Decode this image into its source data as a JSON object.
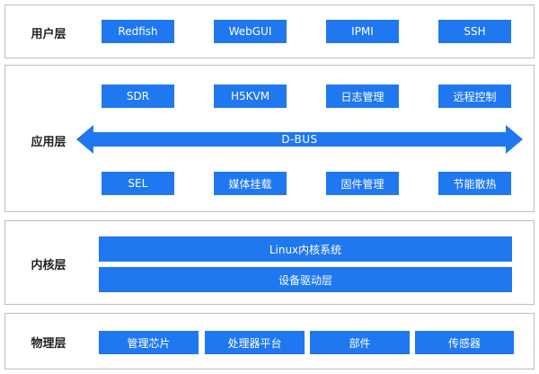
{
  "colors": {
    "box_fill": "#1f78ef",
    "box_text": "#ffffff",
    "layer_border": "#b9bec7",
    "label_text": "#222222"
  },
  "layers": {
    "user": {
      "label": "用户层",
      "items": [
        "Redfish",
        "WebGUI",
        "IPMI",
        "SSH"
      ]
    },
    "app": {
      "label": "应用层",
      "top_items": [
        "SDR",
        "H5KVM",
        "日志管理",
        "远程控制"
      ],
      "bus": "D-BUS",
      "bottom_items": [
        "SEL",
        "媒体挂载",
        "固件管理",
        "节能散热"
      ]
    },
    "kernel": {
      "label": "内核层",
      "items": [
        "Linux内核系统",
        "设备驱动层"
      ]
    },
    "physical": {
      "label": "物理层",
      "items": [
        "管理芯片",
        "处理器平台",
        "部件",
        "传感器"
      ]
    }
  }
}
